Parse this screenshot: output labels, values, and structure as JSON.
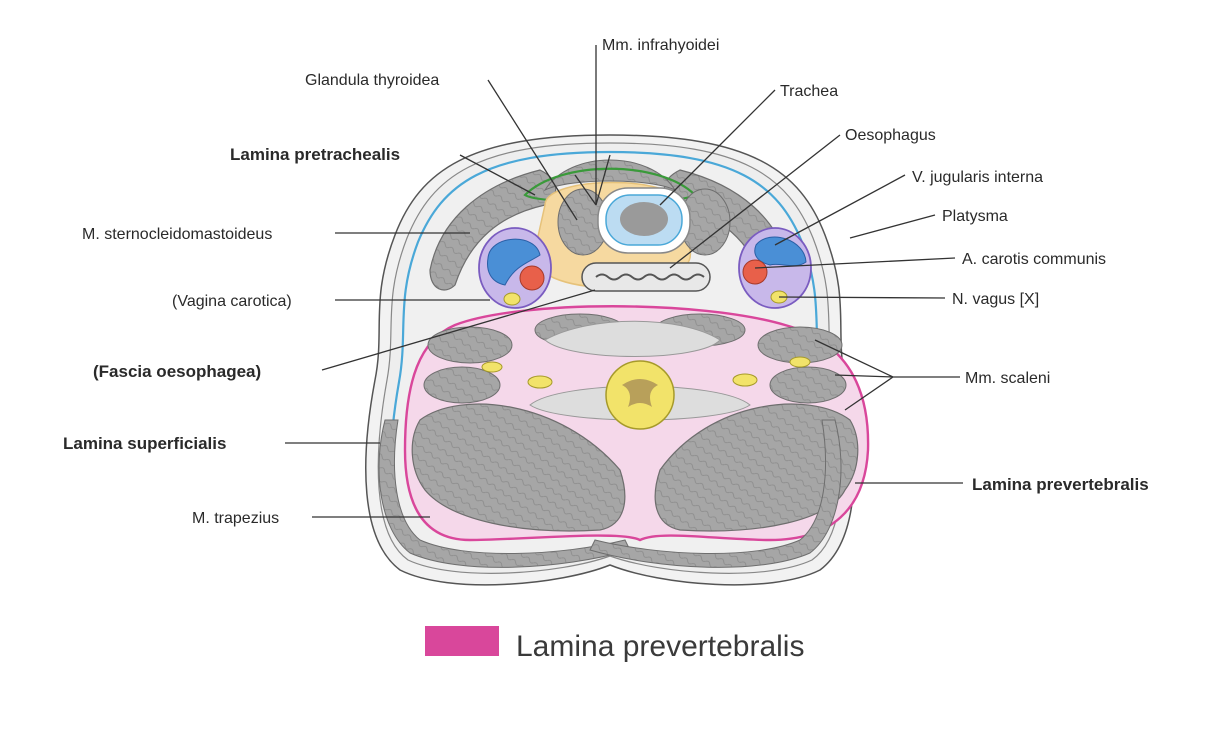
{
  "labels": {
    "mm_infrahyoidei": "Mm. infrahyoidei",
    "glandula_thyroidea": "Glandula thyroidea",
    "trachea": "Trachea",
    "oesophagus": "Oesophagus",
    "lamina_pretrachealis": "Lamina pretrachealis",
    "v_jugularis_interna": "V. jugularis interna",
    "platysma": "Platysma",
    "m_sternocleidomastoideus": "M. sternocleidomastoideus",
    "a_carotis_communis": "A. carotis communis",
    "vagina_carotica": "(Vagina carotica)",
    "n_vagus": "N. vagus [X]",
    "fascia_oesophagea": "(Fascia oesophagea)",
    "mm_scaleni": "Mm. scaleni",
    "lamina_superficialis": "Lamina superficialis",
    "lamina_prevertebralis": "Lamina prevertebralis",
    "m_trapezius": "M. trapezius"
  },
  "legend": {
    "label": "Lamina prevertebralis",
    "color": "#d9479b"
  },
  "colors": {
    "superficial_fascia": "#4aa8d8",
    "pretracheal_fascia": "#3a9a3a",
    "prevertebral_fascia": "#d9479b",
    "visceral_space": "#f6d9a0",
    "vein": "#4a8fd6",
    "artery": "#e8604a",
    "nerve": "#f2e36a",
    "sheath": "#a98fd6"
  }
}
